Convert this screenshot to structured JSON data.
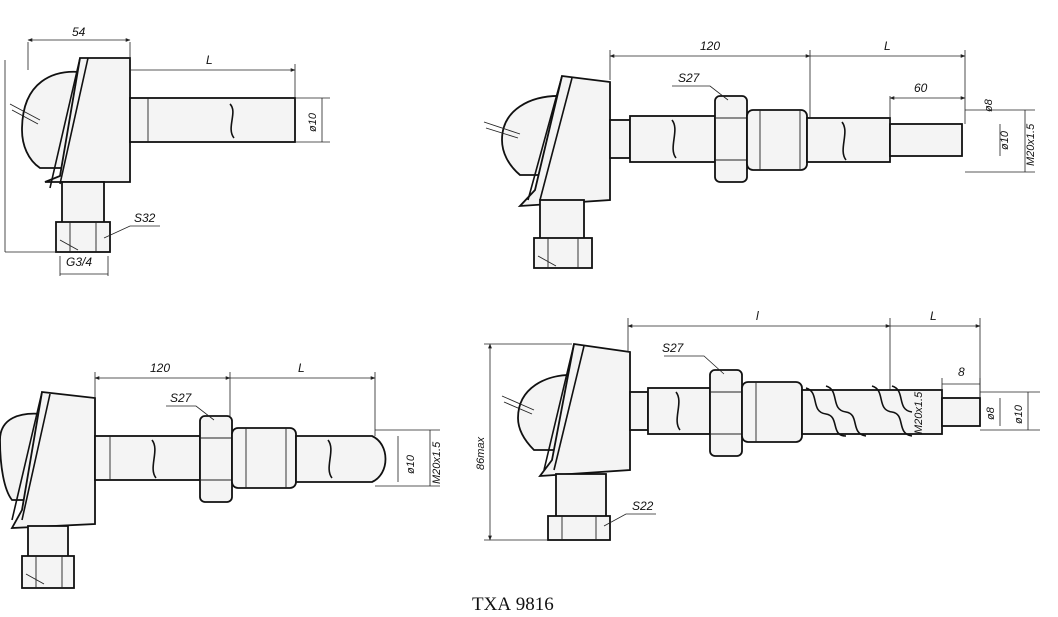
{
  "title": "ТХА 9816",
  "views": {
    "a": {
      "dim_width": "54",
      "dim_length": "L",
      "dim_diam": "ø10",
      "wrench": "S32",
      "thread": "G3/4"
    },
    "b": {
      "dim_head": "120",
      "dim_length": "L",
      "dim_tip": "60",
      "wrench": "S27",
      "dim_d8": "ø8",
      "dim_d10": "ø10",
      "dim_thread": "M20x1.5"
    },
    "c": {
      "dim_head": "120",
      "dim_length": "L",
      "wrench": "S27",
      "dim_d10": "ø10",
      "dim_thread": "M20x1.5"
    },
    "d": {
      "dim_length1": "l",
      "dim_length2": "L",
      "dim_height": "86max",
      "wrench_top": "S27",
      "wrench_bottom": "S22",
      "dim_thread": "M20x1.5",
      "dim_tip": "8",
      "dim_d8": "ø8",
      "dim_d10": "ø10"
    }
  }
}
